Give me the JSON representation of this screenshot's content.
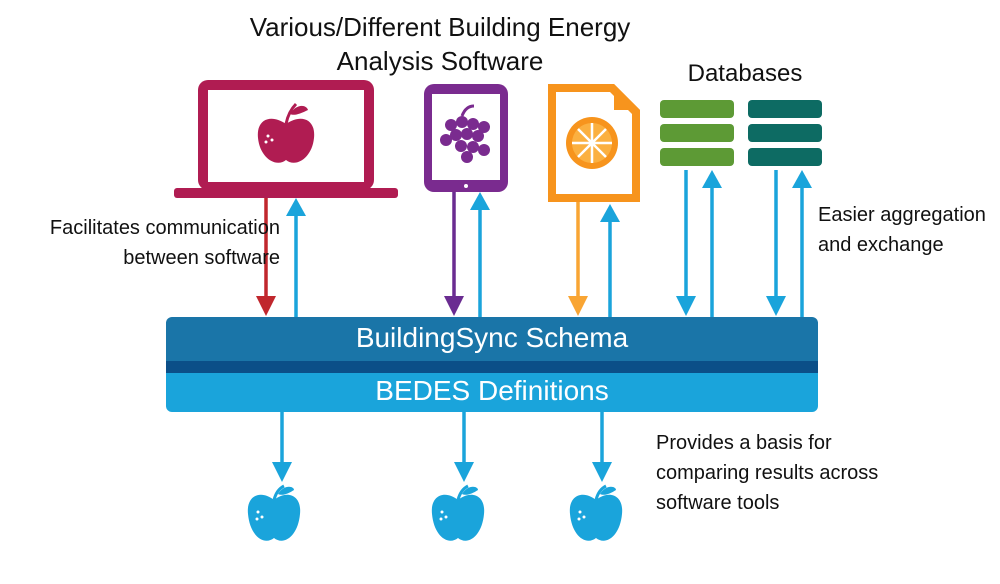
{
  "title": {
    "line1": "Various/Different Building Energy",
    "line2": "Analysis Software"
  },
  "databases_label": "Databases",
  "notes": {
    "left": {
      "line1": "Facilitates communication",
      "line2": "between software"
    },
    "right": {
      "line1": "Easier aggregation",
      "line2": "and exchange"
    },
    "bottom": {
      "line1": "Provides a basis for",
      "line2": "comparing results across",
      "line3": "software tools"
    }
  },
  "schema": {
    "top_label": "BuildingSync Schema",
    "bottom_label": "BEDES Definitions"
  },
  "colors": {
    "laptop": "#b01c52",
    "tablet": "#7a2b8f",
    "document": "#f7941d",
    "database1": "#5d9a35",
    "database2": "#0d6b63",
    "arrow_up": "#1aa4db",
    "arrow_laptop_down": "#c0272d",
    "arrow_tablet_down": "#6a2c91",
    "arrow_doc_down": "#f9a533",
    "schema_top": "#1a75a8",
    "schema_mid": "#0b4f88",
    "schema_bottom": "#1aa4db",
    "apple_bottom": "#1aa4db"
  }
}
